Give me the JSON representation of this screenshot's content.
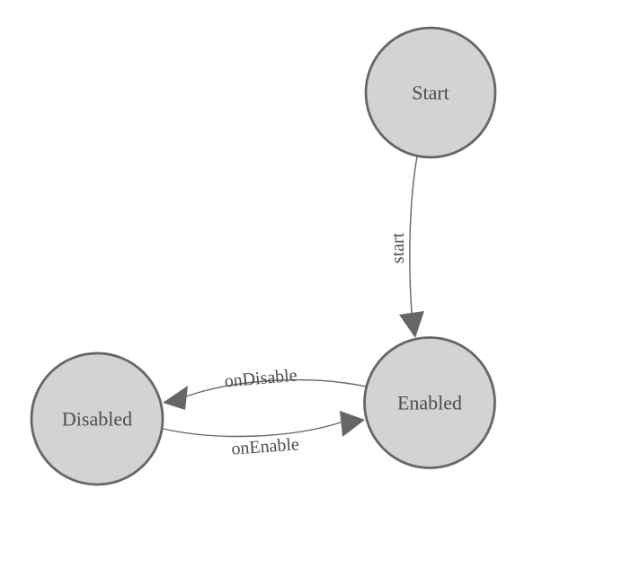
{
  "theme": {
    "canvas-bg": "#ffffff",
    "node-fill": "#d3d3d3",
    "node-stroke": "#666666",
    "edge-color": "#666666",
    "label-color": "#4d4d4d"
  },
  "diagram": {
    "type": "state-machine",
    "nodes": [
      {
        "id": "start-node",
        "label": "Start"
      },
      {
        "id": "enabled-node",
        "label": "Enabled"
      },
      {
        "id": "disabled-node",
        "label": "Disabled"
      }
    ],
    "edges": [
      {
        "from": "Start",
        "to": "Enabled",
        "label": "start"
      },
      {
        "from": "Enabled",
        "to": "Disabled",
        "label": "onDisable"
      },
      {
        "from": "Disabled",
        "to": "Enabled",
        "label": "onEnable"
      }
    ]
  }
}
